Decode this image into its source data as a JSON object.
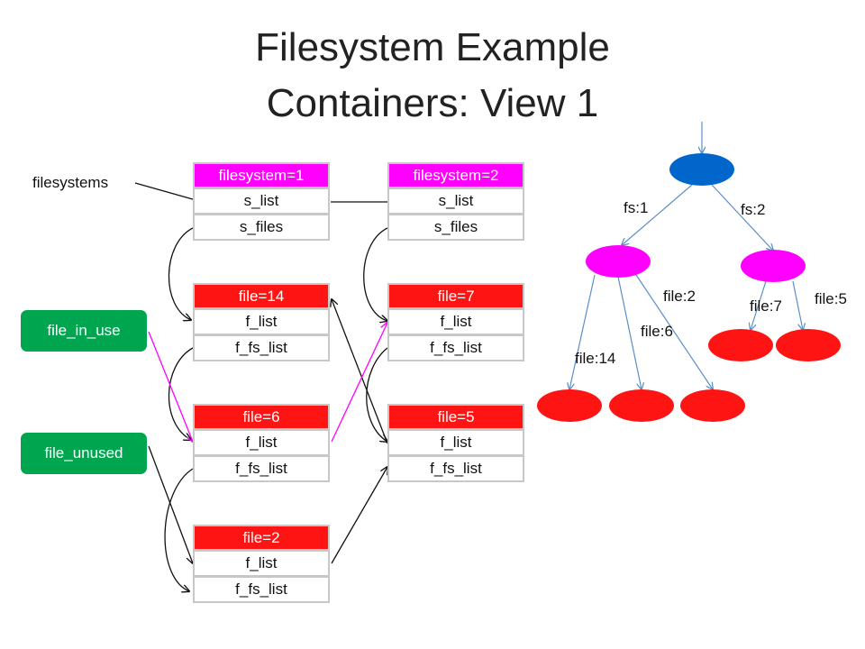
{
  "title": {
    "line1": "Filesystem Example",
    "line2": "Containers: View 1"
  },
  "colors": {
    "filesystem": "#ff00ff",
    "file": "#ff1414",
    "root": "#0066cc",
    "pill": "#00a550",
    "tree_line": "#5b8fc9"
  },
  "labels": {
    "filesystems": "filesystems"
  },
  "pills": {
    "file_in_use": "file_in_use",
    "file_unused": "file_unused"
  },
  "boxes": {
    "fs1": {
      "header": "filesystem=1",
      "row1": "s_list",
      "row2": "s_files"
    },
    "fs2": {
      "header": "filesystem=2",
      "row1": "s_list",
      "row2": "s_files"
    },
    "file14": {
      "header": "file=14",
      "row1": "f_list",
      "row2": "f_fs_list"
    },
    "file7": {
      "header": "file=7",
      "row1": "f_list",
      "row2": "f_fs_list"
    },
    "file6": {
      "header": "file=6",
      "row1": "f_list",
      "row2": "f_fs_list"
    },
    "file5": {
      "header": "file=5",
      "row1": "f_list",
      "row2": "f_fs_list"
    },
    "file2": {
      "header": "file=2",
      "row1": "f_list",
      "row2": "f_fs_list"
    }
  },
  "tree": {
    "fs1": "fs:1",
    "fs2": "fs:2",
    "file2": "file:2",
    "file6": "file:6",
    "file14": "file:14",
    "file7": "file:7",
    "file5": "file:5"
  }
}
